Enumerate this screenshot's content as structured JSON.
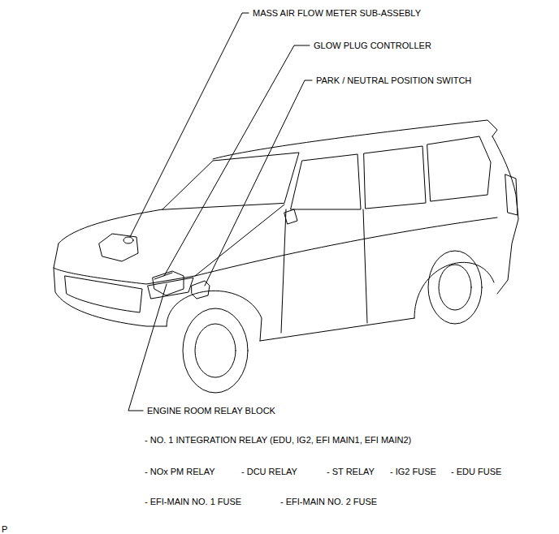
{
  "diagram": {
    "labels": [
      "MASS AIR FLOW METER SUB-ASSEBLY",
      "GLOW PLUG CONTROLLER",
      "PARK / NEUTRAL POSITION SWITCH",
      "ENGINE ROOM RELAY BLOCK",
      "- NO. 1 INTEGRATION RELAY (EDU, IG2, EFI MAIN1, EFI MAIN2)",
      "- NOx PM RELAY",
      "- DCU RELAY",
      "- ST RELAY",
      "- IG2 FUSE",
      "- EDU FUSE",
      "- EFI-MAIN NO. 1 FUSE",
      "- EFI-MAIN NO. 2 FUSE",
      "P"
    ]
  }
}
